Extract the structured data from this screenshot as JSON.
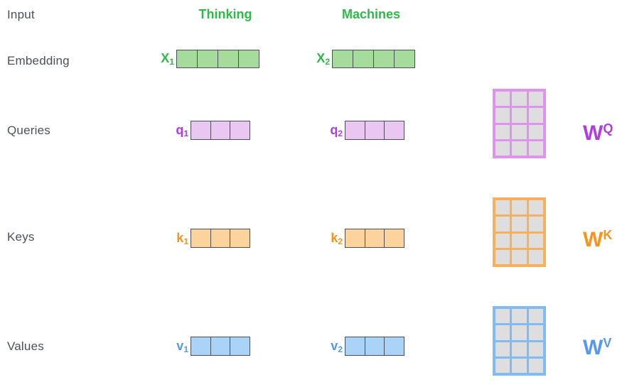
{
  "title_row": {
    "input_label": "Input",
    "words": [
      "Thinking",
      "Machines"
    ]
  },
  "row_labels": {
    "embedding": "Embedding",
    "queries": "Queries",
    "keys": "Keys",
    "values": "Values"
  },
  "vectors": {
    "embedding": [
      {
        "label": "X",
        "sub": "1",
        "cells": 4
      },
      {
        "label": "X",
        "sub": "2",
        "cells": 4
      }
    ],
    "queries": [
      {
        "label": "q",
        "sub": "1",
        "cells": 3
      },
      {
        "label": "q",
        "sub": "2",
        "cells": 3
      }
    ],
    "keys": [
      {
        "label": "k",
        "sub": "1",
        "cells": 3
      },
      {
        "label": "k",
        "sub": "2",
        "cells": 3
      }
    ],
    "values": [
      {
        "label": "v",
        "sub": "1",
        "cells": 3
      },
      {
        "label": "v",
        "sub": "2",
        "cells": 3
      }
    ]
  },
  "matrices": [
    {
      "base": "W",
      "sup": "Q",
      "rows": 4,
      "cols": 3
    },
    {
      "base": "W",
      "sup": "K",
      "rows": 4,
      "cols": 3
    },
    {
      "base": "W",
      "sup": "V",
      "rows": 4,
      "cols": 3
    }
  ],
  "colors": {
    "background": "#ffffff",
    "label_text": "#4a515b",
    "green_text": "#30b84a",
    "green_fill": "#a5dc9b",
    "purple_text": "#b13ce0",
    "purple_fill": "#eac6f2",
    "purple_line": "#e092ee",
    "orange_text": "#f7941d",
    "orange_fill": "#fcd39c",
    "orange_line": "#f8b05c",
    "blue_text": "#5598f0",
    "blue_fill": "#abd2f7",
    "blue_line": "#7fbcf5",
    "vector_border": "#4b4f58",
    "matrix_cell": "#dedede"
  }
}
